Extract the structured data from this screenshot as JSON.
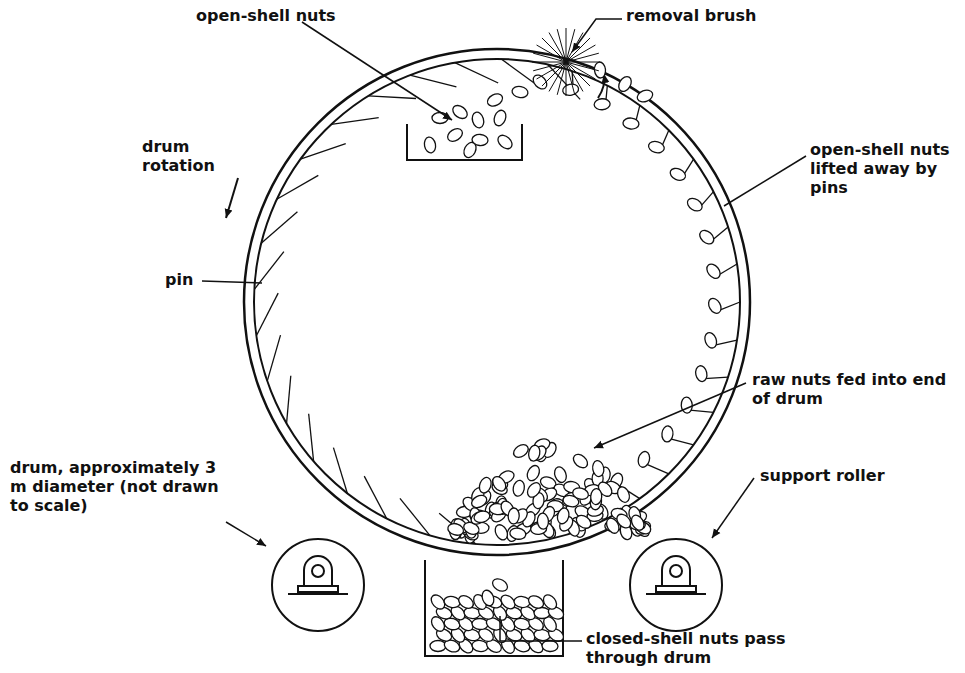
{
  "diagram": {
    "labels": [
      "open-shell nuts",
      "removal brush",
      "drum rotation",
      "open-shell nuts lifted away by pins",
      "pin",
      "raw nuts fed into end of drum",
      "drum, approximately 3 m diameter (not drawn to scale)",
      "support roller",
      "closed-shell nuts pass through drum"
    ]
  }
}
